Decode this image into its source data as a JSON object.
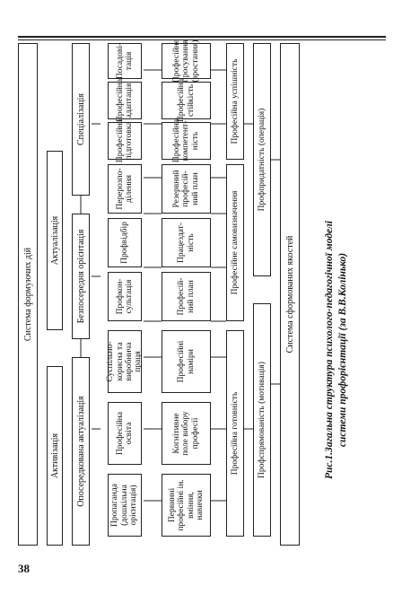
{
  "page_number": "38",
  "caption": {
    "line1": "Рис.1.Загальна структура психолого-педагогічної моделі",
    "line2": "системи профорієнтації (за В.В.Колінько)"
  },
  "nodes": {
    "top_system": "Система формуючих дій",
    "activation": "Активізація",
    "actualization": "Актуалізація",
    "mediated": "Опосередкована актуалізація",
    "direct": "Безпосередня орієнтація",
    "specialization": "Спеціалізація",
    "c1": "Пропаганда (дошкільна орієнтація)",
    "c2": "Професійна освіта",
    "c3": "Суспільно-корисна та виробнича праця",
    "c4": "Профкон-сультація",
    "c5": "Профвідбір",
    "c6": "Перерозпо-ділення",
    "c7": "Професійна підготовка",
    "c8": "Професійна адаптація",
    "c9": "Посадові-тація",
    "d1": "Первинні професійні ін. вміння, навички",
    "d2": "Когнітивне поле вибору професії",
    "d3": "Професійні наміри",
    "d4": "Професій-ний план",
    "d5": "Працездат-ність",
    "d6": "Резервний професій-ний план",
    "d7": "Професійна компетент-ність",
    "d8": "Професійна стійкість",
    "d9": "Професійне просування (зростання)",
    "r1": "Професійна готовність",
    "r2": "Професійне самовизначення",
    "r3": "Професійна успішність",
    "s1": "Профспрямованість (мотивація)",
    "s2": "Профпридатність (операція)",
    "bottom_system": "Система сформованих якостей"
  }
}
